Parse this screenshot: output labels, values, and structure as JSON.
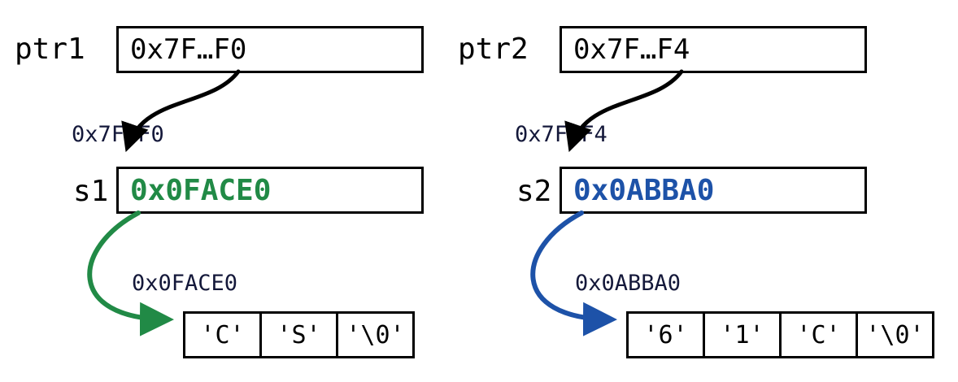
{
  "colors": {
    "black": "#000000",
    "green": "#218a46",
    "blue": "#1d52a8",
    "address_label": "#14183a"
  },
  "panels": [
    {
      "ptr_label": "ptr1",
      "ptr_value": "0x7F…F0",
      "ptr_address_label": "0x7F…F0",
      "str_label": "s1",
      "str_value": "0x0FACE0",
      "str_address_label": "0x0FACE0",
      "chars": [
        "'C'",
        "'S'",
        "'\\0'"
      ]
    },
    {
      "ptr_label": "ptr2",
      "ptr_value": "0x7F…F4",
      "ptr_address_label": "0x7F…F4",
      "str_label": "s2",
      "str_value": "0x0ABBA0",
      "str_address_label": "0x0ABBA0",
      "chars": [
        "'6'",
        "'1'",
        "'C'",
        "'\\0'"
      ]
    }
  ]
}
